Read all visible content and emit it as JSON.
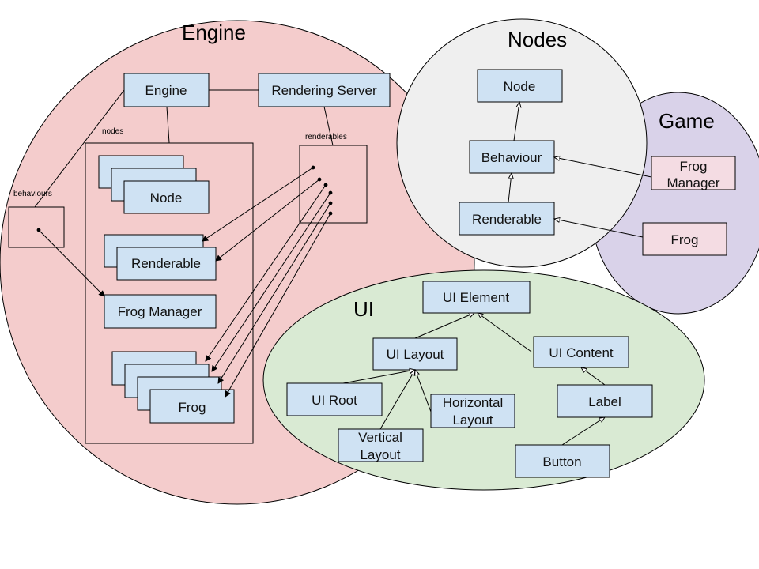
{
  "regions": {
    "engine": {
      "title": "Engine",
      "color": "#f4cccc"
    },
    "nodes": {
      "title": "Nodes",
      "color": "#efefef"
    },
    "game": {
      "title": "Game",
      "color": "#d9d2e9"
    },
    "ui": {
      "title": "UI",
      "color": "#d9ead3"
    }
  },
  "box_colors": {
    "blue": "#cfe2f3",
    "pink": "#f4dce3"
  },
  "container_labels": {
    "nodes": "nodes",
    "renderables": "renderables",
    "behaviours": "behaviours"
  },
  "boxes": {
    "engine": "Engine",
    "rendering_server": "Rendering Server",
    "node_stack": "Node",
    "renderable_stack": "Renderable",
    "frog_manager_engine": "Frog Manager",
    "frog_stack": "Frog",
    "node": "Node",
    "behaviour": "Behaviour",
    "renderable": "Renderable",
    "game_frog_manager": "Frog Manager",
    "game_frog": "Frog",
    "ui_element": "UI Element",
    "ui_layout": "UI Layout",
    "ui_content": "UI Content",
    "ui_root": "UI Root",
    "horizontal_layout": "Horizontal Layout",
    "vertical_layout": "Vertical Layout",
    "label": "Label",
    "button": "Button"
  }
}
